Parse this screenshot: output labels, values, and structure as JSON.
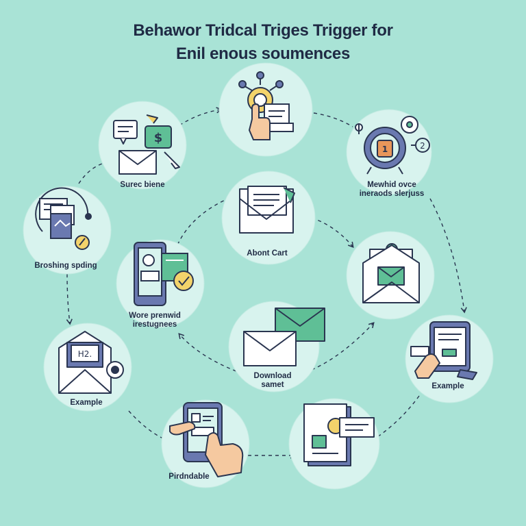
{
  "title": {
    "line1": "Behawor Tridcal Triges Trigger for",
    "line2": "Enil enous soumences"
  },
  "colors": {
    "background": "#a9e3d6",
    "node": "#d8f3ee",
    "ink": "#2a3550",
    "green": "#5fbf96",
    "blue": "#6a79b0",
    "yellow": "#f3d36b",
    "orange": "#e8965a",
    "skin": "#f5c9a0"
  },
  "nodes": {
    "surec": {
      "label": "Surec biene",
      "icon": "email-payment-icon"
    },
    "top": {
      "label": "",
      "icon": "click-target-icon"
    },
    "mewhid": {
      "label1": "Mewhid ovce",
      "label2": "ineraods slerjuss",
      "icon": "alarm-clock-icon"
    },
    "broshing": {
      "label": "Broshing spding",
      "icon": "document-progress-icon"
    },
    "abont": {
      "label": "Abont Cart",
      "icon": "envelope-letter-icon"
    },
    "wore": {
      "label1": "Wore prenwid",
      "label2": "irestugnees",
      "icon": "mobile-check-icon"
    },
    "right_env": {
      "label": "",
      "icon": "open-envelope-icon"
    },
    "download": {
      "label1": "Download",
      "label2": "samet",
      "icon": "double-envelope-icon"
    },
    "example_left": {
      "label": "Example",
      "icon": "envelope-h2-icon"
    },
    "example_right": {
      "label": "Example",
      "icon": "tablet-hand-icon"
    },
    "pirdndable": {
      "label": "Pirdndable",
      "icon": "phone-tap-icon"
    },
    "doc_bottom": {
      "label": "",
      "icon": "document-badge-icon"
    }
  }
}
